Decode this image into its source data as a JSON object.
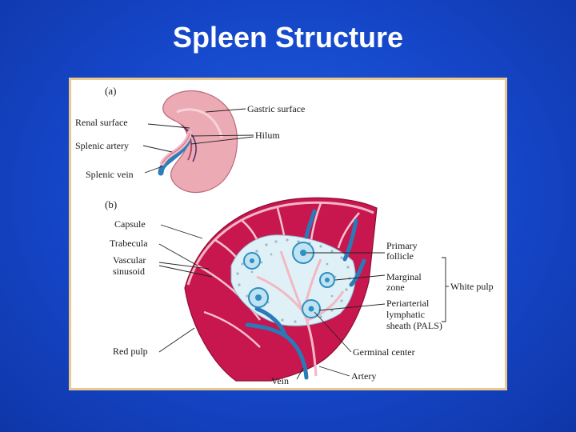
{
  "slide": {
    "title": "Spleen Structure"
  },
  "panel_a": {
    "tag": "(a)",
    "labels": {
      "gastric_surface": "Gastric surface",
      "renal_surface": "Renal surface",
      "hilum": "Hilum",
      "splenic_artery": "Splenic artery",
      "splenic_vein": "Splenic vein"
    }
  },
  "panel_b": {
    "tag": "(b)",
    "labels": {
      "capsule": "Capsule",
      "trabecula": "Trabecula",
      "vascular": "Vascular",
      "sinusoid": "sinusoid",
      "red_pulp": "Red pulp",
      "vein": "Vein",
      "primary": "Primary",
      "follicle": "follicle",
      "marginal": "Marginal",
      "zone": "zone",
      "periarterial": "Periarterial",
      "lymphatic": "lymphatic",
      "sheath": "sheath (PALS)",
      "white_pulp": "White pulp",
      "germinal_center": "Germinal center",
      "artery": "Artery"
    }
  },
  "colors": {
    "background": "#1546c8",
    "frame": "#e9c98e",
    "spleen_pink": "#e8a9b3",
    "red_pulp": "#c8164e",
    "white_pulp": "#bfe3f2",
    "vein_blue": "#2a7ab8",
    "artery_pink": "#f2b8c4"
  }
}
